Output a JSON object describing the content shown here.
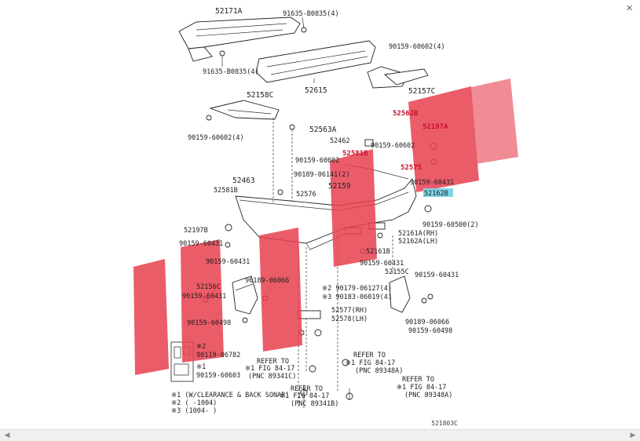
{
  "parts": {
    "p52171A": "52171A",
    "p91635_top": "91635-B0835(4)",
    "p91635_left": "91635-B0835(4)",
    "p52615": "52615",
    "p90159_60602_r": "90159-60602(4)",
    "p52157C": "52157C",
    "p52158C": "52158C",
    "p52562B": "52562B",
    "p52197A": "52197A",
    "p90159_60602_l": "90159-60602(4)",
    "p52563A": "52563A",
    "p52462": "52462",
    "p90159_60602_m": "90159-60602",
    "p52581B_r": "52581B",
    "p90159_60602_c": "90159-60602",
    "p52575": "52575",
    "p90189_06141": "90189-06141(2)",
    "p90159_60431_r": "90159-60431",
    "p52162B": "52162B",
    "p52463": "52463",
    "p52159": "52159",
    "p52581B_l": "52581B",
    "p52576": "52576",
    "p90159_60500": "90159-60500(2)",
    "p52197B": "52197B",
    "p52161A": "52161A(RH)",
    "p52162A": "52162A(LH)",
    "p90159_60431_l1": "90159-60431",
    "p52161B": "52161B",
    "p90159_60431_l2": "90159-60431",
    "p90159_60431_m": "90159-60431",
    "p52155C": "52155C",
    "p90159_60431_rr": "90159-60431",
    "p90189_06066_l": "90189-06066",
    "p52156C": "52156C",
    "p90179_06127": "※2 90179-06127(4)",
    "p90183_06019": "※3 90183-06019(4)",
    "p90159_60431_l3": "90159-60431",
    "p90159_60498_l": "90159-60498",
    "p52577": "52577(RH)",
    "p52578": "52578(LH)",
    "p90189_06066_r": "90189-06066",
    "p90159_60498_r": "90159-60498"
  },
  "legend": {
    "row1_tag": "※2",
    "row1_part": "90119-06782",
    "row2_tag": "※1",
    "row2_part": "90159-60603"
  },
  "refs": {
    "ref1_a": "REFER TO",
    "ref1_b": "※1 FIG 84-17",
    "ref1_c": "(PNC 89341C)",
    "ref2_a": "REFER TO",
    "ref2_b": "※1 FIG 84-17",
    "ref2_c": "(PNC 89348A)",
    "ref3_a": "REFER TO",
    "ref3_b": "※1 FIG 84-17",
    "ref3_c": "(PNC 89341B)",
    "ref4_a": "REFER TO",
    "ref4_b": "※1 FIG 84-17",
    "ref4_c": "(PNC 89348A)"
  },
  "notes": {
    "n1": "※1 (W/CLEARANCE & BACK SONAR)",
    "n2": "※2 (      -1004)",
    "n3": "※3 (1004-      )"
  },
  "code": "521803C",
  "colors": {
    "watermark": "#e84050",
    "highlight": "#7fd3e6",
    "redlabel": "#c8102e"
  }
}
